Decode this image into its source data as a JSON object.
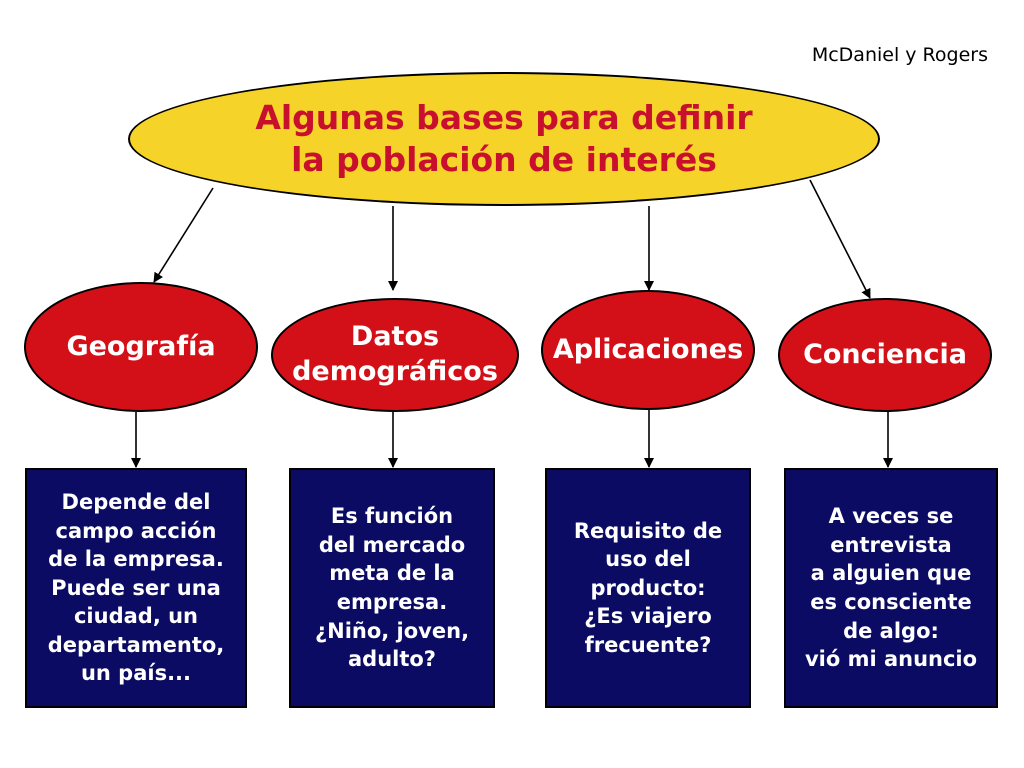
{
  "author": "McDaniel y Rogers",
  "main": {
    "title": "Algunas bases para definir\nla población de interés"
  },
  "categories": [
    {
      "label": "Geografía",
      "description": "Depende del\ncampo  acción\nde la empresa.\nPuede ser una\nciudad, un\ndepartamento,\nun país..."
    },
    {
      "label": "Datos\ndemográficos",
      "description": "Es función\ndel mercado\nmeta de la\nempresa.\n¿Niño, joven,\nadulto?"
    },
    {
      "label": "Aplicaciones",
      "description": "Requisito de\nuso del\nproducto:\n¿Es viajero\nfrecuente?"
    },
    {
      "label": "Conciencia",
      "description": "A veces se\nentrevista\na alguien que\nes consciente\nde algo:\nvió mi anuncio"
    }
  ],
  "colors": {
    "main_fill": "#f5d328",
    "main_text": "#c8102e",
    "category_fill": "#d31018",
    "box_fill": "#0b0b63",
    "text_light": "#ffffff"
  }
}
